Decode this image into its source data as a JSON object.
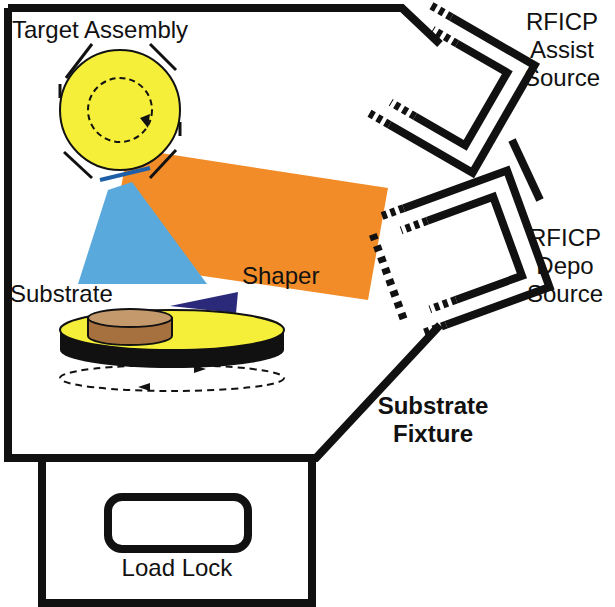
{
  "diagram": {
    "nodes": [
      {
        "text": [
          "Load Lock"
        ]
      }
    ],
    "labels": [
      "Target Assembly",
      "RFICP Assist Source",
      "RFICP Depo Source",
      "Shaper",
      "Substrate",
      "Substrate Fixture"
    ]
  }
}
